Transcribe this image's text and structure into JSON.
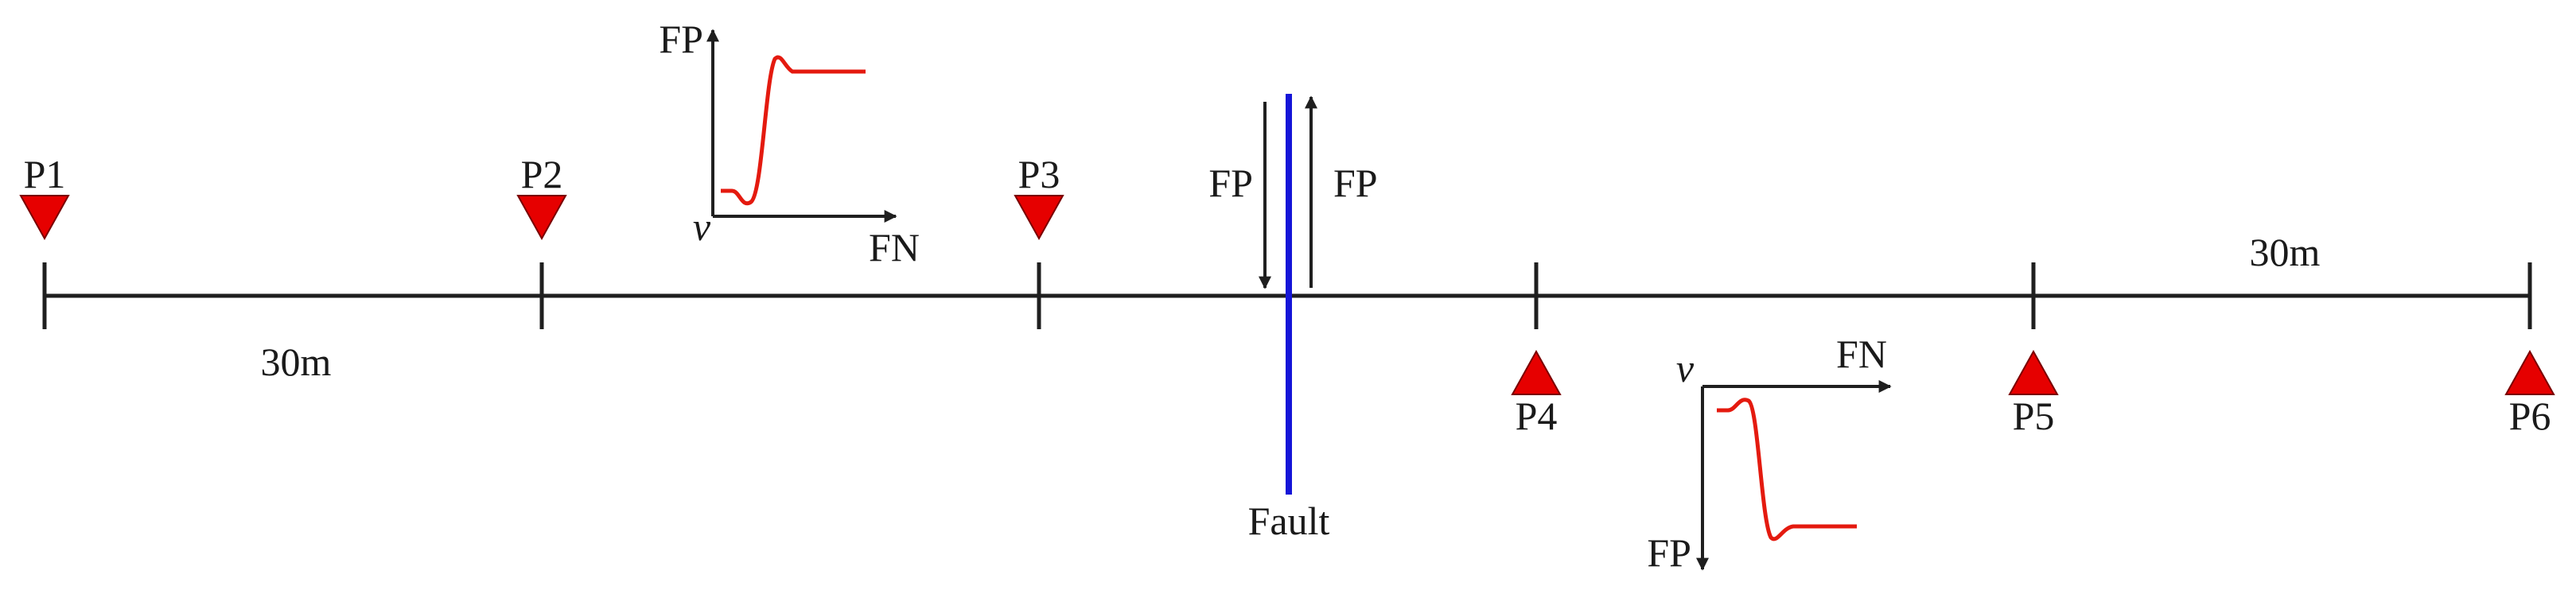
{
  "colors": {
    "line": "#1f1f1f",
    "marker": "#e60000",
    "fault": "#1515d8",
    "curve": "#e41a0f"
  },
  "stations": [
    {
      "label": "P1",
      "side": "above"
    },
    {
      "label": "P2",
      "side": "above"
    },
    {
      "label": "P3",
      "side": "above"
    },
    {
      "label": "P4",
      "side": "below"
    },
    {
      "label": "P5",
      "side": "below"
    },
    {
      "label": "P6",
      "side": "below"
    }
  ],
  "spacing_labels": {
    "left": "30m",
    "right": "30m"
  },
  "fault": {
    "label": "Fault",
    "arrow_down_label": "FP",
    "arrow_up_label": "FP"
  },
  "inset_top": {
    "y_axis_label": "FP",
    "x_axis_label": "FN",
    "origin_label": "v"
  },
  "inset_bottom": {
    "y_axis_label": "FP",
    "x_axis_label": "FN",
    "origin_label": "v"
  }
}
